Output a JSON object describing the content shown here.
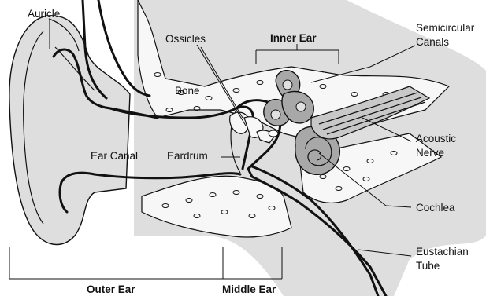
{
  "labels": {
    "auricle": "Auricle",
    "ossicles": "Ossicles",
    "inner_ear": "Inner Ear",
    "semicircular_canals_1": "Semicircular",
    "semicircular_canals_2": "Canals",
    "bone": "Bone",
    "acoustic_nerve_1": "Acoustic",
    "acoustic_nerve_2": "Nerve",
    "ear_canal": "Ear Canal",
    "eardrum": "Eardrum",
    "cochlea": "Cochlea",
    "eustachian_tube_1": "Eustachian",
    "eustachian_tube_2": "Tube",
    "outer_ear": "Outer Ear",
    "middle_ear": "Middle Ear"
  },
  "colors": {
    "tissue": "#dedede",
    "bone": "#f7f7f7",
    "organ": "#a8a8a8",
    "line": "#111111"
  }
}
